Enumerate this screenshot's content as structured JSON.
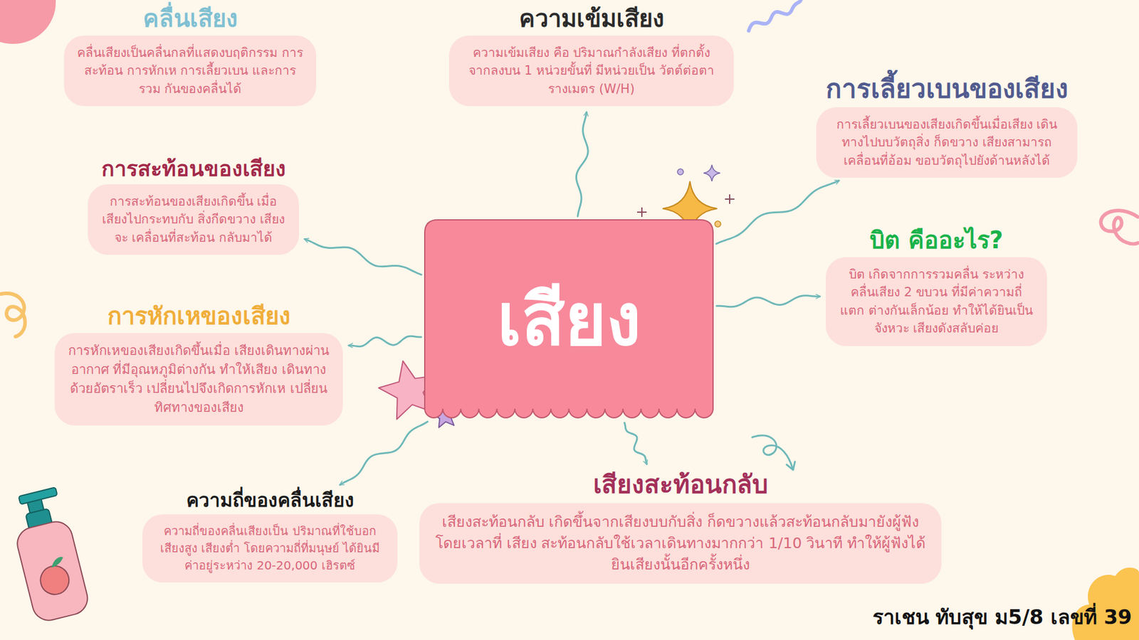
{
  "diagram": {
    "nodes": [
      {
        "text": [
          "คลื่นเสียง",
          "คลื่นเสียงเป็นคลื่นกลที่แสดงบฤติกรรม การสะท้อน การหักเห การเลี้ยวเบน และการรวม กันของคลื่นได้"
        ]
      },
      {
        "text": [
          "ความเข้มเสียง",
          "ความเข้มเสียง คือ ปริมาณกำลังเสียง ที่ตกตั้ง จากลงบน 1 หน่วยขั้นที่ มีหน่วยเป็น วัตต์ต่อตารางเมตร (W/H)"
        ]
      },
      {
        "text": [
          "การเลี้ยวเบนของเสียง",
          "การเลี้ยวเบนของเสียงเกิดขึ้นเมื่อเสียง เดินทางไปบบวัตถุสิ่ง ก็ดขวาง เสียงสามารถ เคลื่อนที่อ้อม ขอบวัตถุไปยังด้านหลังได้"
        ]
      },
      {
        "text": [
          "การสะท้อนของเสียง",
          "การสะท้อนของเสียงเกิดขึ้น เมื่อเสียงไปกระทบกับ สิ่งกีดขวาง เสียงจะ เคลื่อนที่สะท้อน กลับมาได้"
        ]
      },
      {
        "text": [
          "เสียง"
        ]
      },
      {
        "text": [
          "บิต คืออะไร?",
          "บิต เกิดจากการรวมคลื่น ระหว่างคลื่นเสียง 2 ขบวน ที่มีค่าความถี่แตก ต่างกันเล็กน้อย ทำให้ได้ยินเป็นจังหวะ เสียงดังสลับค่อย"
        ]
      },
      {
        "text": [
          "การหักเหของเสียง",
          "การหักเหของเสียงเกิดขึ้นเมื่อ เสียงเดินทางผ่านอากาศ ที่มีอุณหภูมิต่างกัน ทำให้เสียง เดินทางด้วยอัตราเร็ว เปลี่ยนไปจึงเกิดการหักเห เปลี่ยนทิศทางของเสียง"
        ]
      },
      {
        "text": [
          "ความถี่ของคลื่นเสียง",
          "ความถี่ของคลื่นเสียงเป็น ปริมาณที่ใช้บอกเสียงสูง เสียงต่ำ โดยความถี่ที่มนุษย์ ได้ยินมี ค่าอยู่ระหว่าง 20-20,000 เฮิรตซ์"
        ]
      },
      {
        "text": [
          "เสียงสะท้อนกลับ",
          "เสียงสะท้อนกลับ เกิดขึ้นจากเสียงบบกับสิ่ง ก็ดขวางแล้วสะท้อนกลับมายังผู้ฟังโดยเวลาที่ เสียง สะท้อนกลับใช้เวลาเดินทางมากกว่า 1/10 วินาที ทำให้ผู้ฟังได้ยินเสียงนั้นอีกครั้งหนึ่ง"
        ]
      }
    ],
    "edges": [
      {
        "from": 4,
        "to": 1,
        "arrow": "to"
      },
      {
        "from": 4,
        "to": 2,
        "arrow": "to"
      },
      {
        "from": 4,
        "to": 3,
        "arrow": "to"
      },
      {
        "from": 4,
        "to": 5,
        "arrow": "to"
      },
      {
        "from": 4,
        "to": 6,
        "arrow": "to"
      },
      {
        "from": 4,
        "to": 7,
        "arrow": "to"
      },
      {
        "from": 4,
        "to": 8,
        "arrow": "to"
      }
    ],
    "labels": [
      "ราเชน ทับสุข ม5/8 เลขที่ 39"
    ]
  }
}
